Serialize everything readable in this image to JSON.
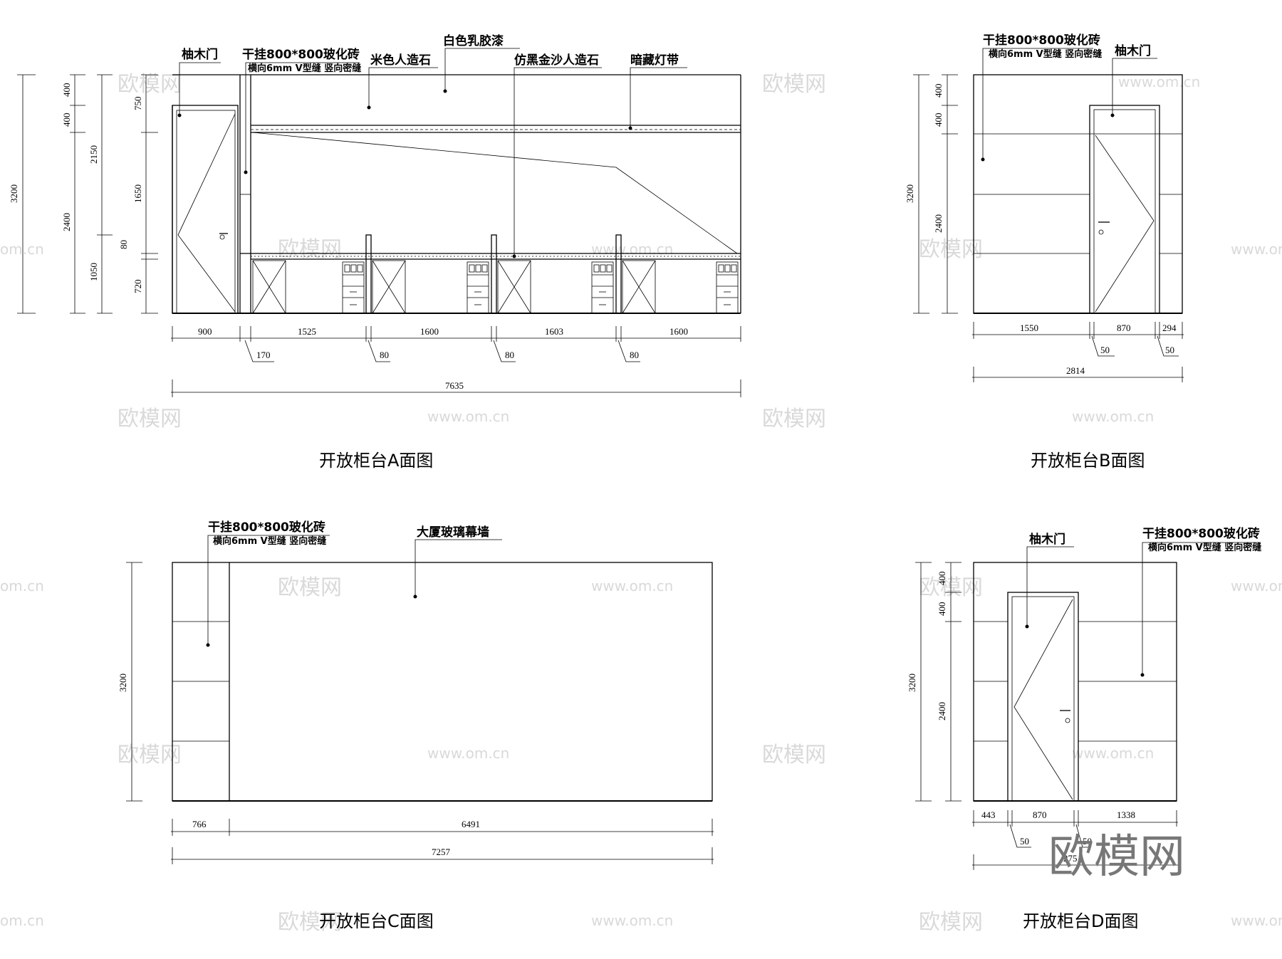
{
  "colors": {
    "ink": "#000000",
    "background": "#ffffff",
    "watermark": "#d9d9d9",
    "watermark_big": "#777777"
  },
  "watermark": {
    "brand": "欧模网",
    "url": "www.om.cn",
    "corner_url": "om.cn",
    "large": "欧模网"
  },
  "elevation_a": {
    "title": "开放柜台A面图",
    "labels": {
      "teak_door": "柚木门",
      "tile": "干挂800*800玻化砖",
      "tile_note": "横向6mm V型缝 竖向密缝",
      "beige_stone": "米色人造石",
      "white_paint": "白色乳胶漆",
      "black_stone": "仿黑金沙人造石",
      "hidden_light": "暗藏灯带"
    },
    "left_dims": {
      "total": "3200",
      "upper1": "400",
      "upper2": "400",
      "mid": "2400",
      "h2150": "2150",
      "h1050": "1050",
      "h750": "750",
      "h1650": "1650",
      "h80": "80",
      "h720": "720"
    },
    "bottom_dims": {
      "d900": "900",
      "d1525": "1525",
      "d1600a": "1600",
      "d1603": "1603",
      "d1600b": "1600",
      "d170": "170",
      "d80a": "80",
      "d80b": "80",
      "d80c": "80",
      "total": "7635"
    }
  },
  "elevation_b": {
    "title": "开放柜台B面图",
    "labels": {
      "tile": "干挂800*800玻化砖",
      "tile_note": "横向6mm V型缝 竖向密缝",
      "teak_door": "柚木门"
    },
    "left_dims": {
      "total": "3200",
      "upper1": "400",
      "upper2": "400",
      "mid": "2400"
    },
    "bottom_dims": {
      "d1550": "1550",
      "d870": "870",
      "d294": "294",
      "d50a": "50",
      "d50b": "50",
      "total": "2814"
    }
  },
  "elevation_c": {
    "title": "开放柜台C面图",
    "labels": {
      "tile": "干挂800*800玻化砖",
      "tile_note": "横向6mm V型缝 竖向密缝",
      "glass_wall": "大厦玻璃幕墙"
    },
    "left_dims": {
      "total": "3200"
    },
    "bottom_dims": {
      "d766": "766",
      "d6491": "6491",
      "total": "7257"
    }
  },
  "elevation_d": {
    "title": "开放柜台D面图",
    "labels": {
      "teak_door": "柚木门",
      "tile": "干挂800*800玻化砖",
      "tile_note": "横向6mm V型缝 竖向密缝"
    },
    "left_dims": {
      "total": "3200",
      "upper1": "400",
      "upper2": "400",
      "mid": "2400"
    },
    "bottom_dims": {
      "d443": "443",
      "d870": "870",
      "d1338": "1338",
      "d50a": "50",
      "d50b": "50",
      "total": "275"
    }
  }
}
